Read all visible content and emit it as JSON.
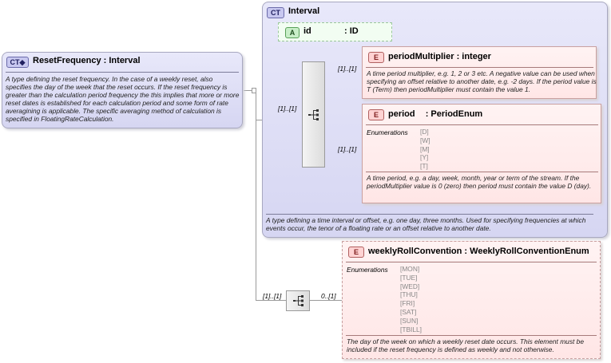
{
  "reset_frequency": {
    "badge": "CT",
    "name": "ResetFrequency",
    "type": ": Interval",
    "description": "A type defining the reset frequency. In the case of a weekly reset, also specifies the day of the week that the reset occurs. If the reset frequency is greater than the calculation period frequency the this implies that more or more reset dates is established for each calculation period and some form of rate averagining is applicable. The specific averaging method of calculation is specified in FloatingRateCalculation."
  },
  "interval": {
    "badge": "CT",
    "name": "Interval",
    "description": "A type defining a time interval or offset, e.g. one day, three months. Used for specifying frequencies at which events occur, the tenor of a floating rate or an offset relative to another date."
  },
  "id_attr": {
    "badge": "A",
    "name": "id",
    "type": ": ID"
  },
  "period_multiplier": {
    "badge": "E",
    "name": "periodMultiplier",
    "type": ": integer",
    "multiplicity": "[1]..[1]",
    "description": "A time period multiplier, e.g. 1, 2 or 3 etc. A negative value can be used when specifying an offset relative to another date, e.g. -2 days. If the period value is T (Term) then periodMultiplier must contain the value 1."
  },
  "period": {
    "badge": "E",
    "name": "period",
    "type": ": PeriodEnum",
    "multiplicity": "[1]..[1]",
    "enum_label": "Enumerations",
    "enumerations": [
      "[D]",
      "[W]",
      "[M]",
      "[Y]",
      "[T]"
    ],
    "description": "A time period, e.g. a day, week, month, year or term of the stream. If the periodMultiplier value is 0 (zero) then period must contain the value D (day)."
  },
  "interval_seq_multiplicity": "[1]..[1]",
  "outer_seq_multiplicity": "[1]..[1]",
  "weekly_roll": {
    "badge": "E",
    "name": "weeklyRollConvention",
    "type": ": WeeklyRollConventionEnum",
    "multiplicity": "0..[1]",
    "enum_label": "Enumerations",
    "enumerations": [
      "[MON]",
      "[TUE]",
      "[WED]",
      "[THU]",
      "[FRI]",
      "[SAT]",
      "[SUN]",
      "[TBILL]"
    ],
    "description": "The day of the week on which a weekly reset date occurs. This element must be included if the reset frequency is defined as weekly and not otherwise."
  }
}
